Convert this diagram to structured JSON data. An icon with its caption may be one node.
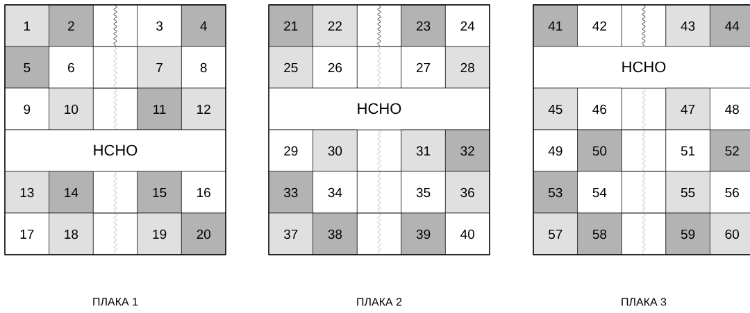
{
  "diagram": {
    "nodes": [
      {
        "text": [
          "ПЛАКА 1"
        ]
      },
      {
        "text": [
          "1"
        ],
        "in": 0
      },
      {
        "text": [
          "2"
        ],
        "in": 0
      },
      {
        "text": [
          "3"
        ],
        "in": 0
      },
      {
        "text": [
          "4"
        ],
        "in": 0
      },
      {
        "text": [
          "5"
        ],
        "in": 0
      },
      {
        "text": [
          "6"
        ],
        "in": 0
      },
      {
        "text": [
          "7"
        ],
        "in": 0
      },
      {
        "text": [
          "8"
        ],
        "in": 0
      },
      {
        "text": [
          "9"
        ],
        "in": 0
      },
      {
        "text": [
          "10"
        ],
        "in": 0
      },
      {
        "text": [
          "11"
        ],
        "in": 0
      },
      {
        "text": [
          "12"
        ],
        "in": 0
      },
      {
        "text": [
          "HCHO"
        ],
        "in": 0
      },
      {
        "text": [
          "13"
        ],
        "in": 0
      },
      {
        "text": [
          "14"
        ],
        "in": 0
      },
      {
        "text": [
          "15"
        ],
        "in": 0
      },
      {
        "text": [
          "16"
        ],
        "in": 0
      },
      {
        "text": [
          "17"
        ],
        "in": 0
      },
      {
        "text": [
          "18"
        ],
        "in": 0
      },
      {
        "text": [
          "19"
        ],
        "in": 0
      },
      {
        "text": [
          "20"
        ],
        "in": 0
      },
      {
        "text": [
          "ПЛАКА 2"
        ]
      },
      {
        "text": [
          "21"
        ],
        "in": 22
      },
      {
        "text": [
          "22"
        ],
        "in": 22
      },
      {
        "text": [
          "23"
        ],
        "in": 22
      },
      {
        "text": [
          "24"
        ],
        "in": 22
      },
      {
        "text": [
          "25"
        ],
        "in": 22
      },
      {
        "text": [
          "26"
        ],
        "in": 22
      },
      {
        "text": [
          "27"
        ],
        "in": 22
      },
      {
        "text": [
          "28"
        ],
        "in": 22
      },
      {
        "text": [
          "HCHO"
        ],
        "in": 22
      },
      {
        "text": [
          "29"
        ],
        "in": 22
      },
      {
        "text": [
          "30"
        ],
        "in": 22
      },
      {
        "text": [
          "31"
        ],
        "in": 22
      },
      {
        "text": [
          "32"
        ],
        "in": 22
      },
      {
        "text": [
          "33"
        ],
        "in": 22
      },
      {
        "text": [
          "34"
        ],
        "in": 22
      },
      {
        "text": [
          "35"
        ],
        "in": 22
      },
      {
        "text": [
          "36"
        ],
        "in": 22
      },
      {
        "text": [
          "37"
        ],
        "in": 22
      },
      {
        "text": [
          "38"
        ],
        "in": 22
      },
      {
        "text": [
          "39"
        ],
        "in": 22
      },
      {
        "text": [
          "40"
        ],
        "in": 22
      },
      {
        "text": [
          "ПЛАКА 3"
        ]
      },
      {
        "text": [
          "41"
        ],
        "in": 44
      },
      {
        "text": [
          "42"
        ],
        "in": 44
      },
      {
        "text": [
          "43"
        ],
        "in": 44
      },
      {
        "text": [
          "44"
        ],
        "in": 44
      },
      {
        "text": [
          "HCHO"
        ],
        "in": 44
      },
      {
        "text": [
          "45"
        ],
        "in": 44
      },
      {
        "text": [
          "46"
        ],
        "in": 44
      },
      {
        "text": [
          "47"
        ],
        "in": 44
      },
      {
        "text": [
          "48"
        ],
        "in": 44
      },
      {
        "text": [
          "49"
        ],
        "in": 44
      },
      {
        "text": [
          "50"
        ],
        "in": 44
      },
      {
        "text": [
          "51"
        ],
        "in": 44
      },
      {
        "text": [
          "52"
        ],
        "in": 44
      },
      {
        "text": [
          "53"
        ],
        "in": 44
      },
      {
        "text": [
          "54"
        ],
        "in": 44
      },
      {
        "text": [
          "55"
        ],
        "in": 44
      },
      {
        "text": [
          "56"
        ],
        "in": 44
      },
      {
        "text": [
          "57"
        ],
        "in": 44
      },
      {
        "text": [
          "58"
        ],
        "in": 44
      },
      {
        "text": [
          "59"
        ],
        "in": 44
      },
      {
        "text": [
          "60"
        ],
        "in": 44
      }
    ]
  }
}
